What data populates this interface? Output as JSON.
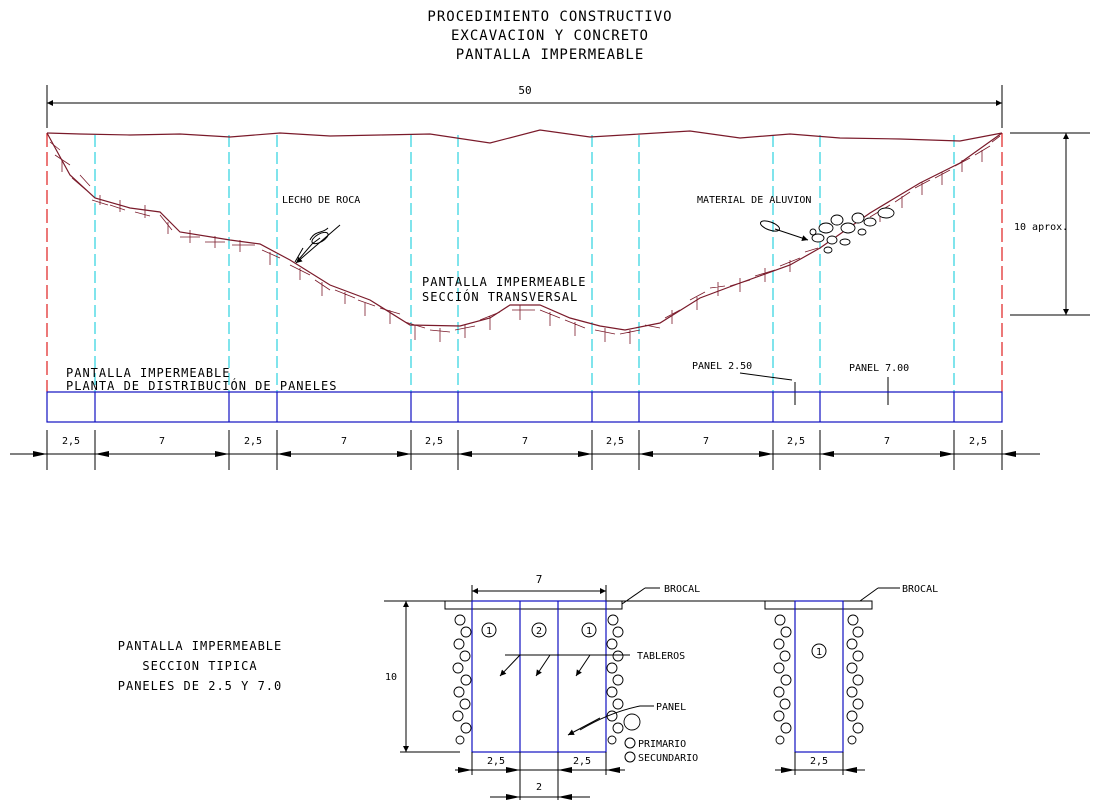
{
  "title": {
    "line1": "PROCEDIMIENTO CONSTRUCTIVO",
    "line2": "EXCAVACION Y CONCRETO",
    "line3": "PANTALLA IMPERMEABLE"
  },
  "section": {
    "total_width": "50",
    "height_label": "10 aprox.",
    "rock_label": "LECHO DE ROCA",
    "alluvium_label": "MATERIAL DE ALUVION",
    "section_title_1": "PANTALLA IMPERMEABLE",
    "section_title_2": "SECCIÓN TRANSVERSAL"
  },
  "plan": {
    "title_1": "PANTALLA IMPERMEABLE",
    "title_2": "PLANTA DE DISTRIBUCIÓN DE PANELES",
    "panel_small_label": "PANEL 2.50",
    "panel_large_label": "PANEL 7.00",
    "panel_widths": [
      "2,5",
      "7",
      "2,5",
      "7",
      "2,5",
      "7",
      "2,5",
      "7",
      "2,5",
      "7",
      "2,5"
    ]
  },
  "typical": {
    "title_1": "PANTALLA IMPERMEABLE",
    "title_2": "SECCION TIPICA",
    "title_3": "PANELES DE 2.5 Y 7.0",
    "width_7": "7",
    "height_10": "10",
    "brocal_left": "BROCAL",
    "brocal_right": "BROCAL",
    "tableros": "TABLEROS",
    "panel": "PANEL",
    "dim_left": "2,5",
    "dim_mid": "2,5",
    "dim_right": "2,5",
    "dim_2": "2",
    "primario": "PRIMARIO",
    "secundario": "SECUNDARIO",
    "num_1": "1",
    "num_2": "2"
  },
  "colors": {
    "ground": "#7a1a2a",
    "panel": "#1010c0",
    "guide": "#00c8d8",
    "edge": "#e02020"
  }
}
